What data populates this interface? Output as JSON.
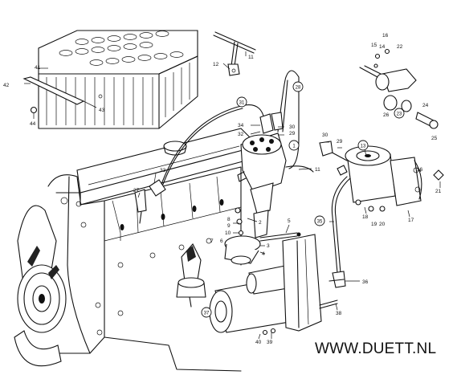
{
  "watermark": "WWW.DUETT.NL",
  "part_labels": [
    "1",
    "2",
    "3",
    "4",
    "5",
    "6",
    "7",
    "8",
    "9",
    "10",
    "11",
    "12",
    "13",
    "14",
    "15",
    "16",
    "17",
    "18",
    "19",
    "20",
    "21",
    "22",
    "23",
    "24",
    "25",
    "26",
    "27",
    "28",
    "29",
    "30",
    "31",
    "32",
    "33",
    "34",
    "35",
    "36",
    "37",
    "38",
    "39",
    "40",
    "41",
    "42",
    "43",
    "44"
  ],
  "colors": {
    "ink": "#111111",
    "background": "#ffffff"
  }
}
